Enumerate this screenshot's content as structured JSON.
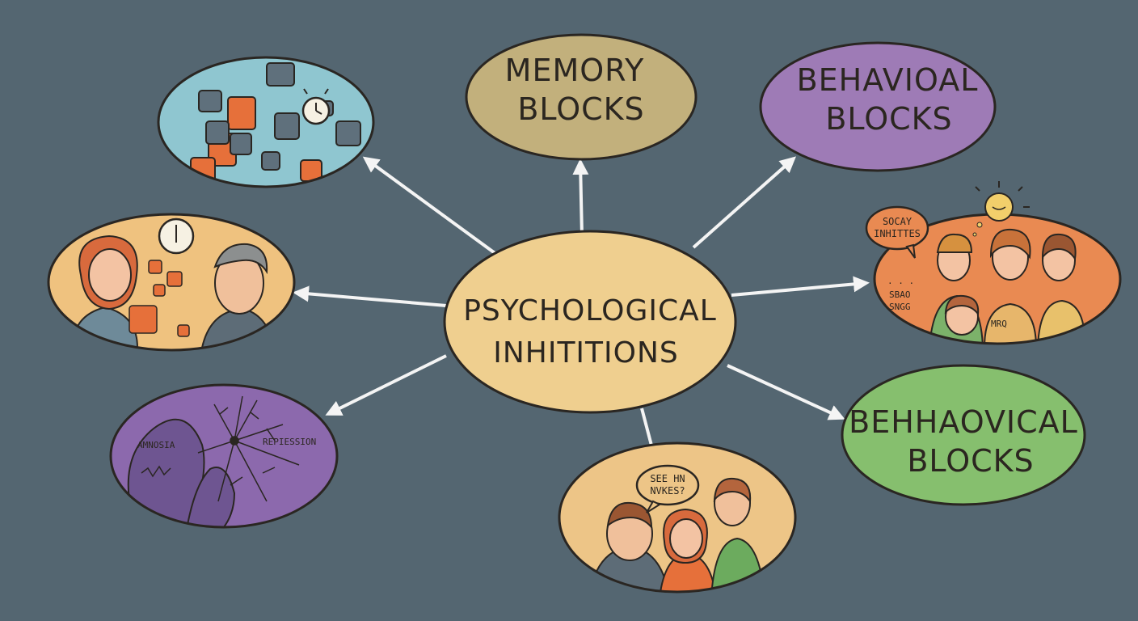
{
  "center": {
    "line1": "PSYCHOLOGICAL",
    "line2": "INHITITIONS"
  },
  "nodes": {
    "memory_blocks": {
      "line1": "MEMORY",
      "line2": "BLOCKS"
    },
    "behavioal_blocks": {
      "line1": "BEHAVIOAL",
      "line2": "BLOCKS"
    },
    "behaovical_blocks": {
      "line1": "BEHHAOVICAL",
      "line2": "BLOCKS"
    }
  },
  "illustrations": {
    "social_scene": {
      "bubble_line1": "SOCAY",
      "bubble_line2": "INHITTES",
      "side_line1": "SBAO",
      "side_line2": "SNGG",
      "side_line3": "MRQ"
    },
    "amnesia_scene": {
      "label_left": "AMNOSIA",
      "label_right": "REPIESSION"
    },
    "group_scene": {
      "bubble_line1": "SEE HN",
      "bubble_line2": "NVKES?"
    }
  },
  "colors": {
    "background": "#546671",
    "center_fill": "#efcf8f",
    "memory_fill": "#c2b07c",
    "behavioal_fill": "#9e7bb6",
    "behaovical_fill": "#86bf6e",
    "puzzle_fill": "#8fc6d0",
    "argument_fill": "#efc27f",
    "social_fill": "#e98a52",
    "amnesia_fill": "#8c69ad",
    "group_fill": "#edc587",
    "arrow": "#f4f4f4"
  },
  "icons": [
    "puzzle-piece-icon",
    "alarm-clock-icon",
    "wall-clock-icon",
    "cracked-glass-icon",
    "speech-bubble-icon",
    "sun-emoji-icon"
  ]
}
